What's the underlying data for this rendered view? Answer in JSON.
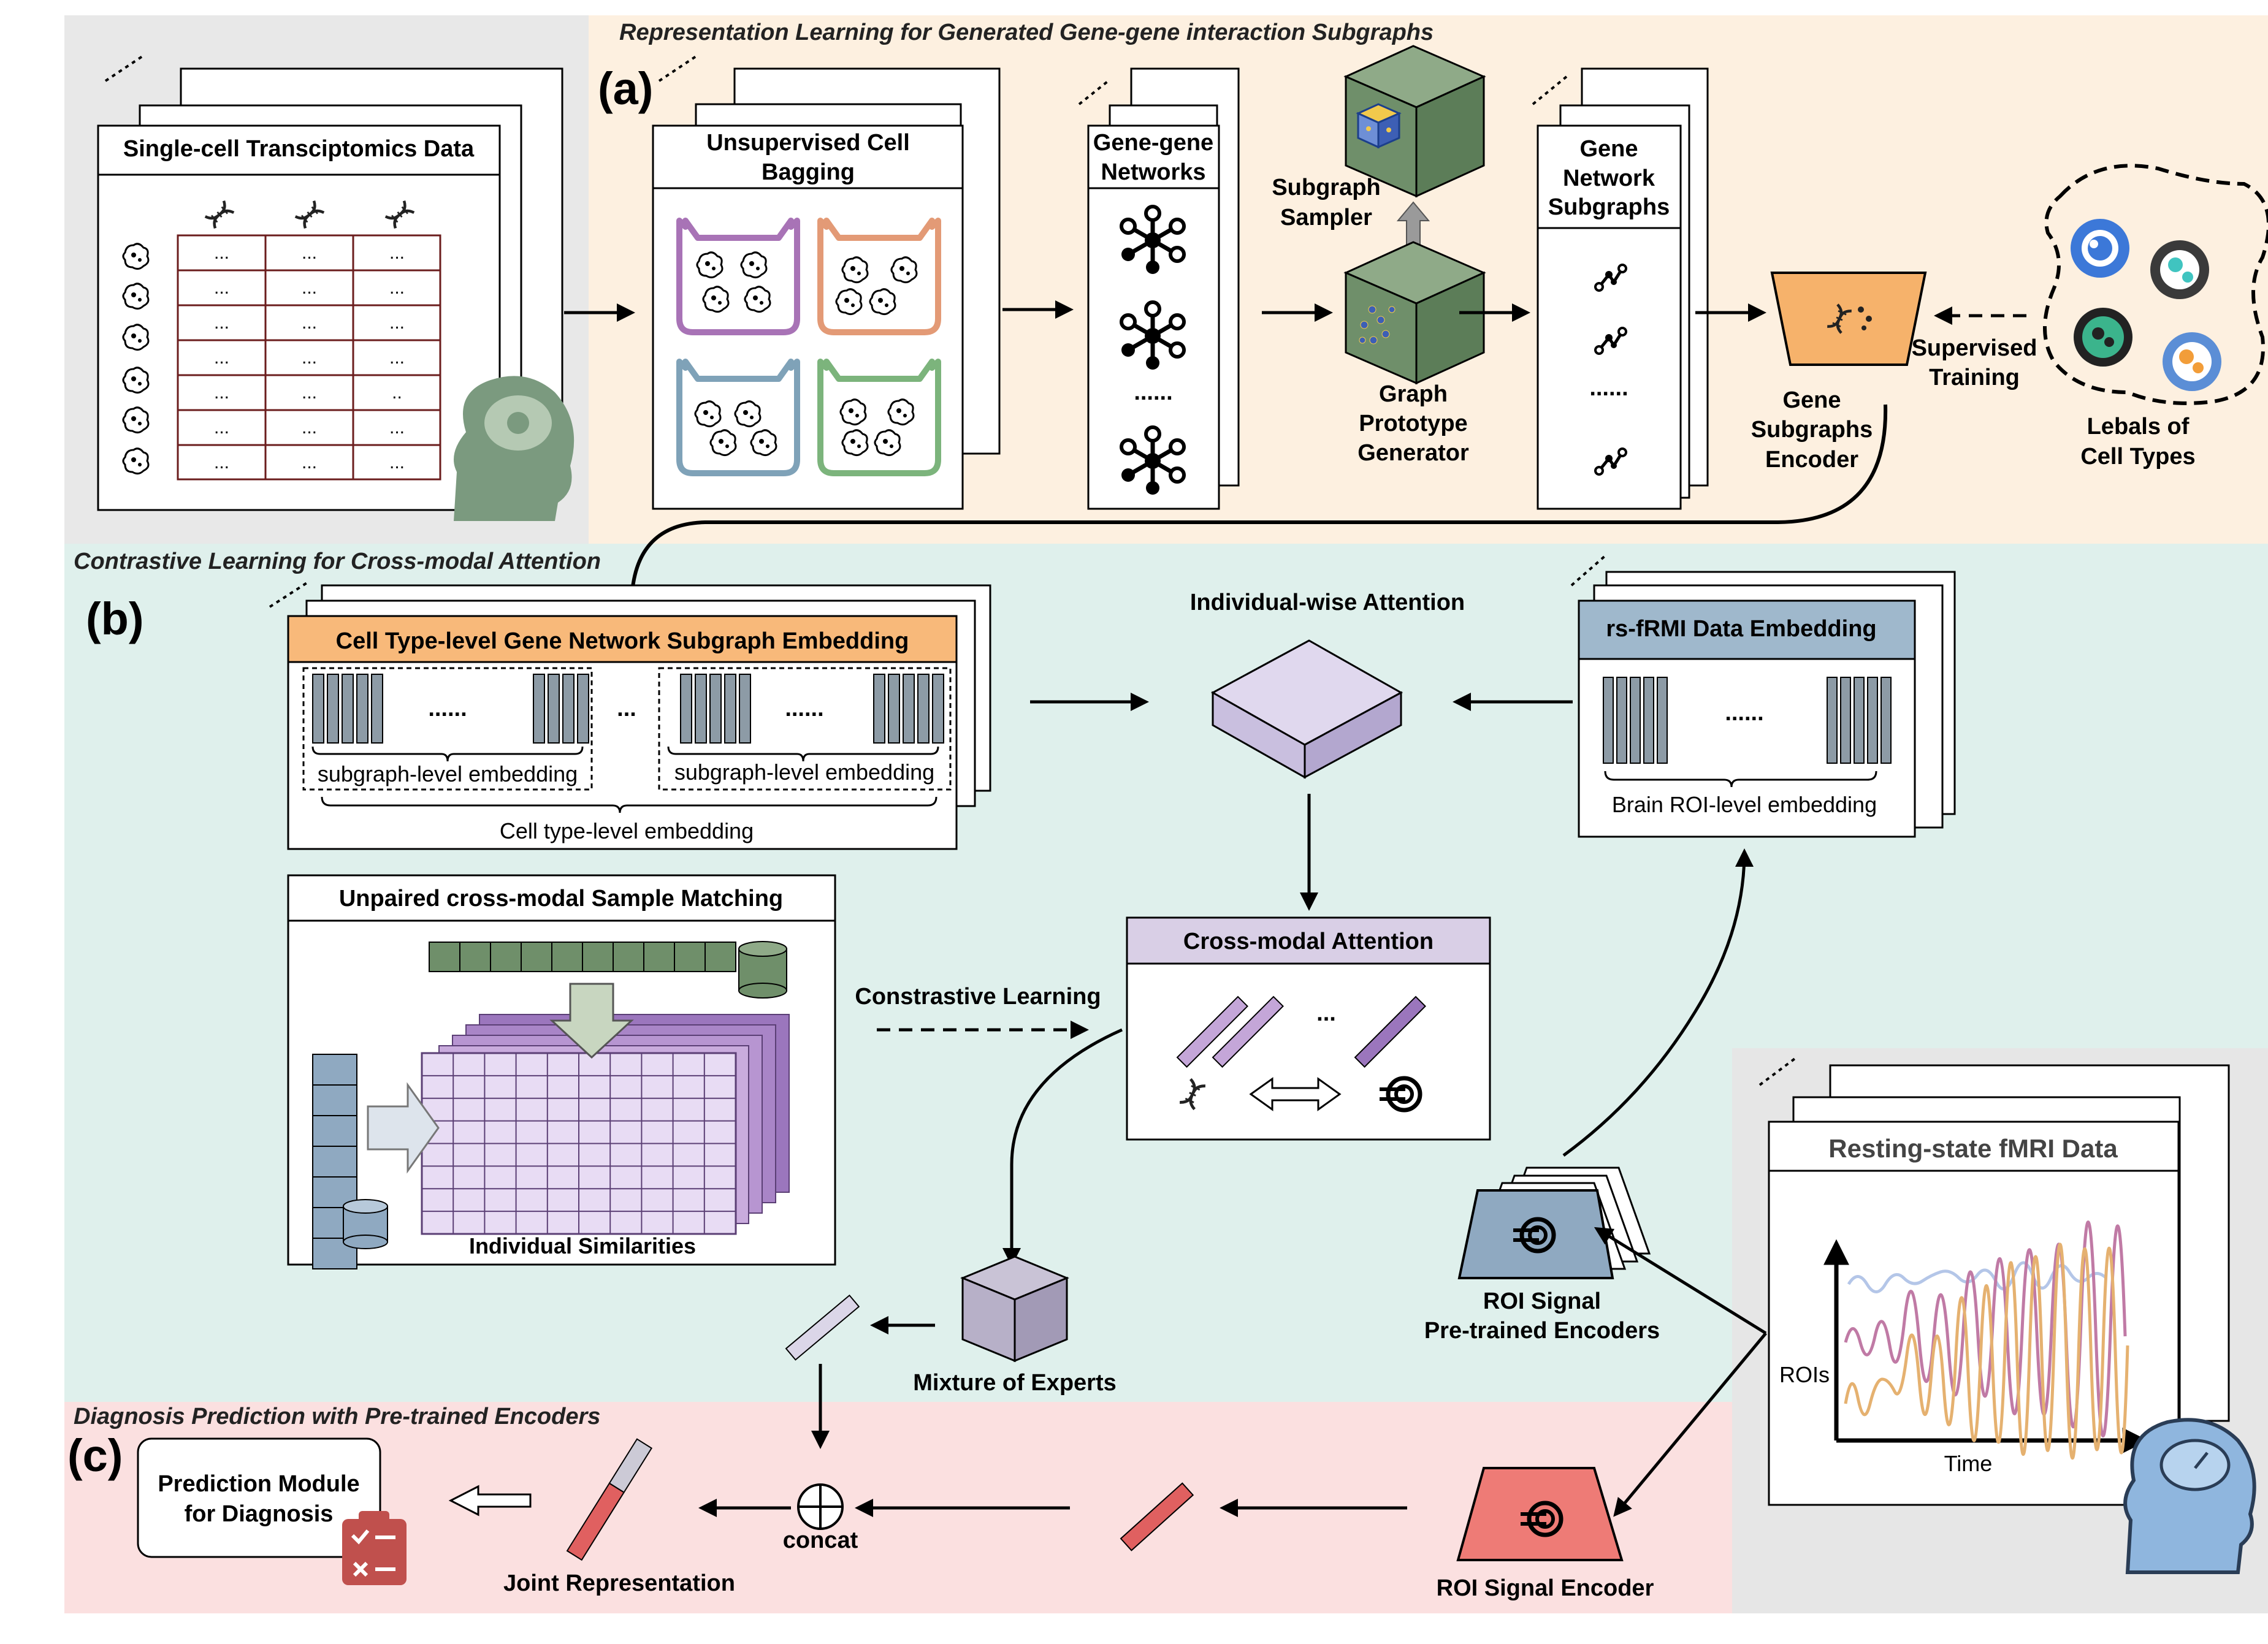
{
  "sections": {
    "a_title": "Representation Learning for Generated Gene-gene interaction Subgraphs",
    "a_label": "(a)",
    "b_title": "Contrastive Learning for Cross-modal Attention",
    "b_label": "(b)",
    "c_title": "Diagnosis Prediction with Pre-trained Encoders",
    "c_label": "(c)"
  },
  "panel_a": {
    "sc_data_title": "Single-cell Transciptomics Data",
    "cell_glyphs": [
      "...",
      "...",
      "...",
      "...",
      "...",
      "...",
      "...",
      "...",
      "...",
      "...",
      "...",
      "...",
      "...",
      "...",
      "..",
      "...",
      "...",
      "...",
      "...",
      "...",
      "..."
    ],
    "bagging_title_1": "Unsupervised Cell",
    "bagging_title_2": "Bagging",
    "networks_title_1": "Gene-gene",
    "networks_title_2": "Networks",
    "networks_dots": "......",
    "sampler_1": "Subgraph",
    "sampler_2": "Sampler",
    "generator_1": "Graph",
    "generator_2": "Prototype",
    "generator_3": "Generator",
    "subgraphs_title_1": "Gene",
    "subgraphs_title_2": "Network",
    "subgraphs_title_3": "Subgraphs",
    "subgraphs_dots": "......",
    "encoder_1": "Gene",
    "encoder_2": "Subgraphs",
    "encoder_3": "Encoder",
    "supervised_1": "Supervised",
    "supervised_2": "Training",
    "labels_1": "Lebals of",
    "labels_2": "Cell Types"
  },
  "panel_b": {
    "gene_embed_title": "Cell Type-level Gene Network Subgraph Embedding",
    "dots_6": "......",
    "dots_3": "...",
    "subgraph_embed": "subgraph-level embedding",
    "celltype_embed": "Cell type-level embedding",
    "attention_title": "Individual-wise Attention",
    "fmri_embed_title": "rs-fRMI Data Embedding",
    "roi_embed": "Brain ROI-level embedding",
    "matching_title": "Unpaired cross-modal Sample Matching",
    "similarities": "Individual Similarities",
    "contrastive": "Constrastive Learning",
    "cross_modal": "Cross-modal Attention",
    "cross_dots": "...",
    "moe": "Mixture of Experts",
    "roi_pretrained_1": "ROI Signal",
    "roi_pretrained_2": "Pre-trained Encoders",
    "fmri_data_title": "Resting-state fMRI Data",
    "fmri_y": "ROIs",
    "fmri_x": "Time"
  },
  "panel_c": {
    "prediction_1": "Prediction Module",
    "prediction_2": "for Diagnosis",
    "joint": "Joint Representation",
    "concat": "concat",
    "roi_encoder": "ROI Signal Encoder"
  },
  "colors": {
    "bg_a_left": "#e8e8e8",
    "bg_a": "#fdf0e0",
    "bg_b": "#dff0ec",
    "bg_c": "#fbe0e0",
    "bg_fmri": "#e6e6e6",
    "gene_orange": "#f8b97a",
    "fmri_blue": "#9fb8cc",
    "cross_purple": "#d9cfe6",
    "green_cube": "#6f8f6a",
    "red_encoder": "#ee7b76",
    "blue_encoder": "#8fa9c1"
  }
}
